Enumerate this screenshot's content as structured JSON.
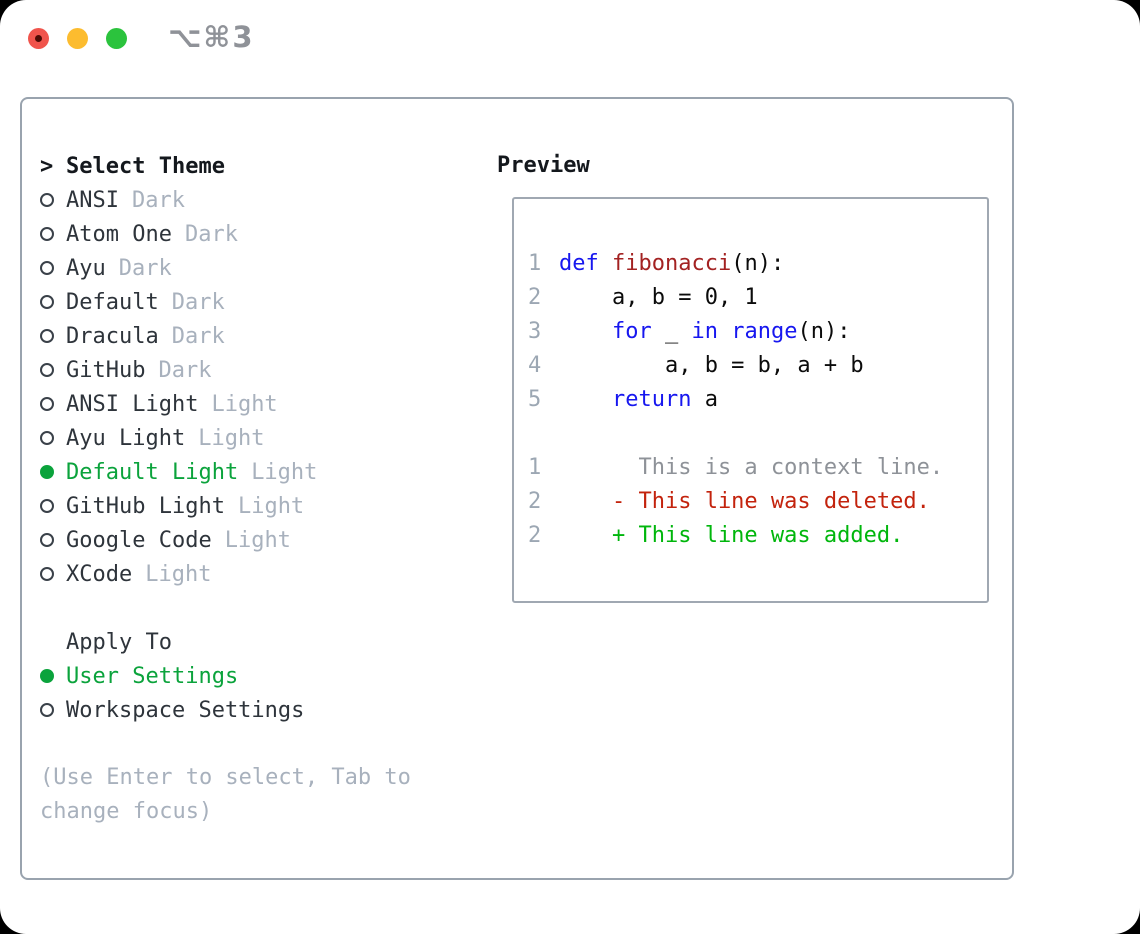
{
  "titlebar": {
    "shortcut": "⌥⌘3"
  },
  "colors": {
    "selection_green": "#0ba33c",
    "added_green": "#00b60c",
    "deleted_red": "#c3230d",
    "keyword_blue": "#1717ef",
    "function_dark_red": "#a32222",
    "muted_gray": "#a8b1bd",
    "line_number_gray": "#9ca7b3",
    "traffic_red": "#f0544c",
    "traffic_yellow": "#fcbc2f",
    "traffic_green": "#2bc33d"
  },
  "theme_picker": {
    "prompt_char": ">",
    "title": "Select Theme",
    "items": [
      {
        "name": "ANSI",
        "variant": "Dark",
        "selected": false
      },
      {
        "name": "Atom One",
        "variant": "Dark",
        "selected": false
      },
      {
        "name": "Ayu",
        "variant": "Dark",
        "selected": false
      },
      {
        "name": "Default",
        "variant": "Dark",
        "selected": false
      },
      {
        "name": "Dracula",
        "variant": "Dark",
        "selected": false
      },
      {
        "name": "GitHub",
        "variant": "Dark",
        "selected": false
      },
      {
        "name": "ANSI Light",
        "variant": "Light",
        "selected": false
      },
      {
        "name": "Ayu Light",
        "variant": "Light",
        "selected": false
      },
      {
        "name": "Default Light",
        "variant": "Light",
        "selected": true
      },
      {
        "name": "GitHub Light",
        "variant": "Light",
        "selected": false
      },
      {
        "name": "Google Code",
        "variant": "Light",
        "selected": false
      },
      {
        "name": "XCode",
        "variant": "Light",
        "selected": false
      }
    ]
  },
  "apply_to": {
    "title": "Apply To",
    "options": [
      {
        "label": "User Settings",
        "selected": true
      },
      {
        "label": "Workspace Settings",
        "selected": false
      }
    ]
  },
  "help_text": "(Use Enter to select, Tab to change focus)",
  "preview": {
    "title": "Preview",
    "lines": [
      {
        "num": "1",
        "segments": [
          {
            "t": "def",
            "c": "keyword"
          },
          {
            "t": " ",
            "c": "plain"
          },
          {
            "t": "fibonacci",
            "c": "function"
          },
          {
            "t": "(n):",
            "c": "plain"
          }
        ]
      },
      {
        "num": "2",
        "segments": [
          {
            "t": "    a, b = 0, 1",
            "c": "plain"
          }
        ]
      },
      {
        "num": "3",
        "segments": [
          {
            "t": "    ",
            "c": "plain"
          },
          {
            "t": "for",
            "c": "keyword"
          },
          {
            "t": " _ ",
            "c": "plain"
          },
          {
            "t": "in",
            "c": "keyword"
          },
          {
            "t": " ",
            "c": "plain"
          },
          {
            "t": "range",
            "c": "keyword"
          },
          {
            "t": "(n):",
            "c": "plain"
          }
        ]
      },
      {
        "num": "4",
        "segments": [
          {
            "t": "        a, b = b, a + b",
            "c": "plain"
          }
        ]
      },
      {
        "num": "5",
        "segments": [
          {
            "t": "    ",
            "c": "plain"
          },
          {
            "t": "return",
            "c": "keyword"
          },
          {
            "t": " a",
            "c": "plain"
          }
        ]
      },
      {
        "num": "",
        "segments": [
          {
            "t": "",
            "c": "plain"
          }
        ]
      },
      {
        "num": "1",
        "segments": [
          {
            "t": "      This is a context line.",
            "c": "context"
          }
        ]
      },
      {
        "num": "2",
        "segments": [
          {
            "t": "    - This line was deleted.",
            "c": "deleted"
          }
        ]
      },
      {
        "num": "2",
        "segments": [
          {
            "t": "    + This line was added.",
            "c": "added"
          }
        ]
      }
    ]
  }
}
